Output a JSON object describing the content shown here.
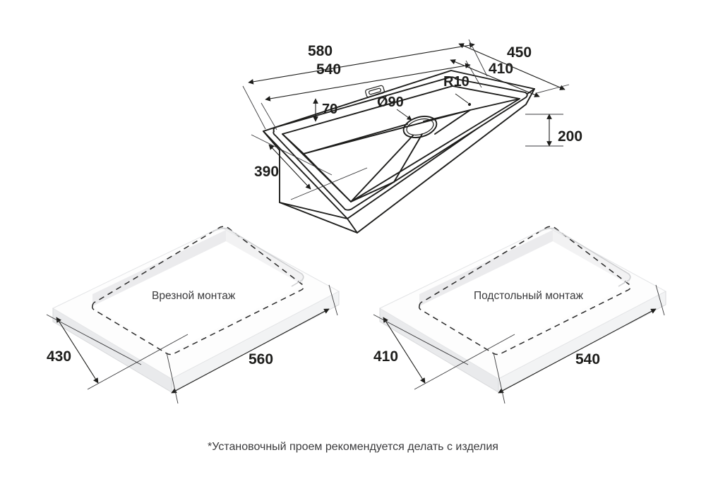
{
  "drawing": {
    "title": "Kitchen sink installation technical drawing",
    "background_color": "#ffffff",
    "line_color": "#1d1d1b",
    "text_color": "#3a3a3c"
  },
  "sink": {
    "dimensions": {
      "overall_width": "580",
      "bowl_width": "540",
      "overall_depth": "450",
      "bowl_depth": "410",
      "bowl_height": "200",
      "inner_length": "390",
      "ledge_offset": "70"
    },
    "annotations": {
      "drain_diameter": "Ø90",
      "corner_radius": "R10"
    }
  },
  "cutouts": [
    {
      "id": "flush-mount",
      "label": "Врезной монтаж",
      "depth": "430",
      "width": "560"
    },
    {
      "id": "undermount",
      "label": "Подстольный монтаж",
      "depth": "410",
      "width": "540"
    }
  ],
  "footnote": "*Установочный проем рекомендуется делать с изделия"
}
